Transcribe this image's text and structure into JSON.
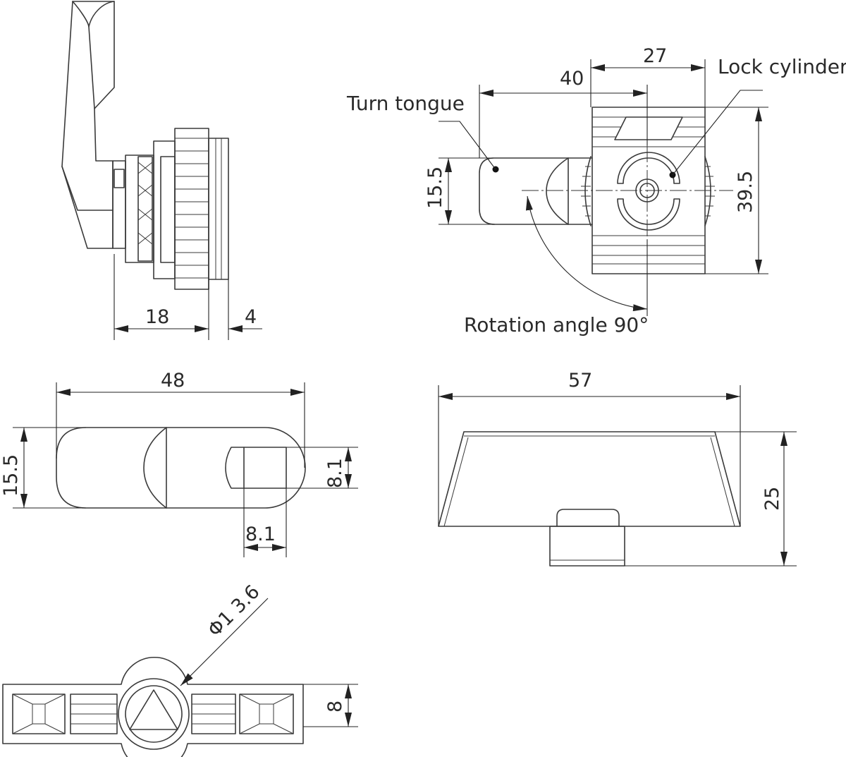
{
  "labels": {
    "turn_tongue": "Turn tongue",
    "lock_cylinder": "Lock cylinder",
    "rotation_angle": "Rotation angle 90°"
  },
  "dimensions": {
    "side_18": "18",
    "side_4": "4",
    "front_40": "40",
    "front_27": "27",
    "front_15_5": "15.5",
    "front_39_5": "39.5",
    "tongue_48": "48",
    "tongue_15_5": "15.5",
    "tongue_8_1_v": "8.1",
    "tongue_8_1_h": "8.1",
    "body_57": "57",
    "body_25": "25",
    "handle_dia": "Φ1 3.6",
    "handle_8": "8"
  }
}
